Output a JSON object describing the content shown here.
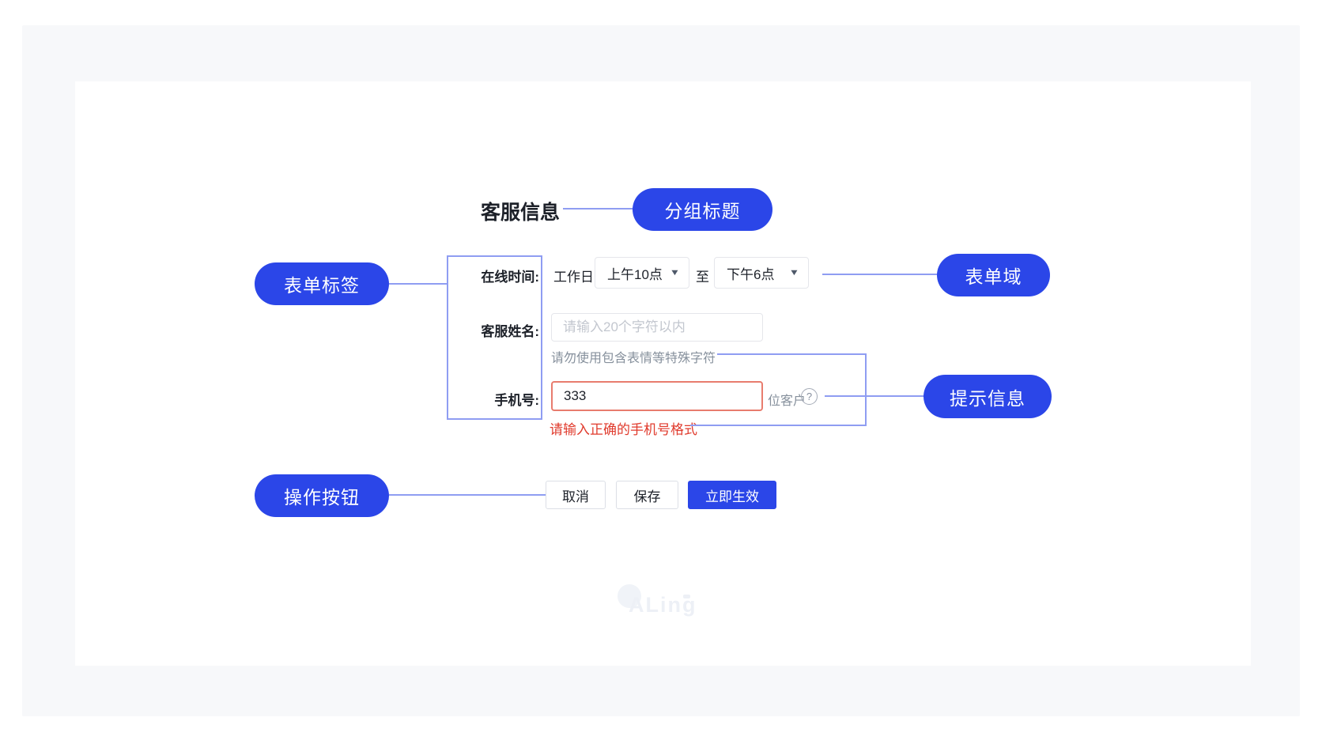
{
  "colors": {
    "accent_blue": "#2b46e8",
    "connector_blue": "#8f9df2",
    "panel_bg": "#f7f8fa",
    "error_text": "#e03a2c",
    "error_border": "#e87c6e"
  },
  "callouts": {
    "group_title": "分组标题",
    "form_label": "表单标签",
    "form_field": "表单域",
    "hint": "提示信息",
    "action_buttons": "操作按钮"
  },
  "form": {
    "group_title": "客服信息",
    "online_time": {
      "label": "在线时间:",
      "prefix": "工作日",
      "start_value": "上午10点",
      "separator": "至",
      "end_value": "下午6点"
    },
    "service_name": {
      "label": "客服姓名:",
      "placeholder": "请输入20个字符以内",
      "help": "请勿使用包含表情等特殊字符"
    },
    "phone": {
      "label": "手机号:",
      "value": "333",
      "suffix": "位客户",
      "error": "请输入正确的手机号格式"
    },
    "actions": {
      "cancel": "取消",
      "save": "保存",
      "apply": "立即生效"
    }
  },
  "icons": {
    "chevron_down": "▼",
    "question": "?"
  },
  "watermark": {
    "text": "ALing"
  }
}
